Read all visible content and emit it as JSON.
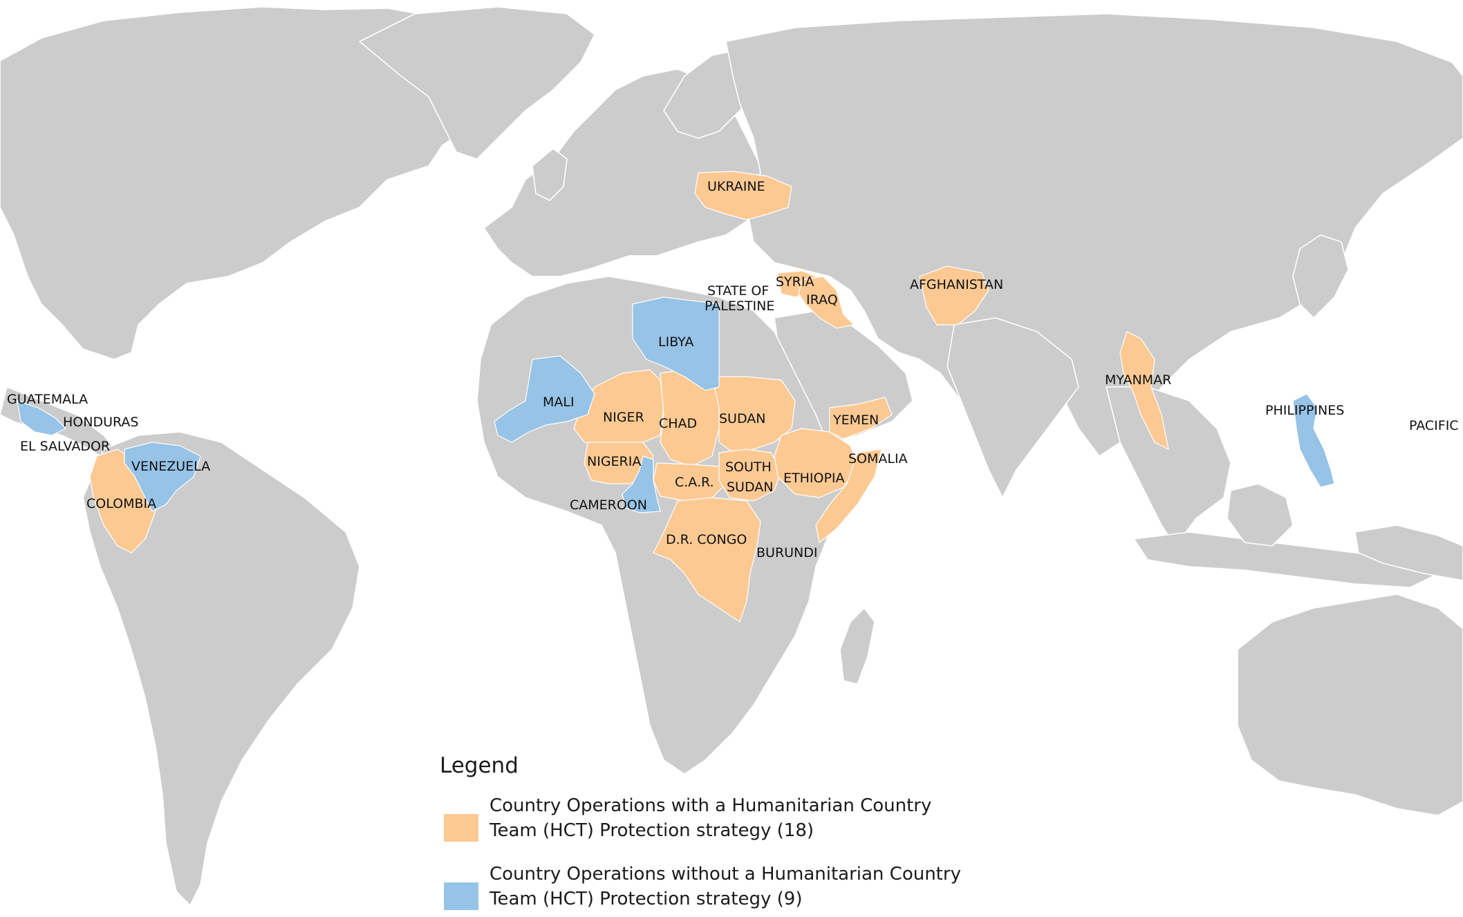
{
  "colors": {
    "land": "#cccccc",
    "ocean": "#ffffff",
    "with_hct": "#fcc993",
    "without_hct": "#96c3e6"
  },
  "countries": {
    "ukraine": "UKRAINE",
    "syria": "SYRIA",
    "iraq": "IRAQ",
    "state_of_palestine_1": "STATE OF",
    "state_of_palestine_2": "PALESTINE",
    "afghanistan": "AFGHANISTAN",
    "libya": "LIBYA",
    "mali": "MALI",
    "niger": "NIGER",
    "chad": "CHAD",
    "sudan": "SUDAN",
    "yemen": "YEMEN",
    "somalia": "SOMALIA",
    "nigeria": "NIGERIA",
    "south_sudan_1": "SOUTH",
    "south_sudan_2": "SUDAN",
    "car": "C.A.R.",
    "ethiopia": "ETHIOPIA",
    "cameroon": "CAMEROON",
    "drc": "D.R. CONGO",
    "burundi": "BURUNDI",
    "myanmar": "MYANMAR",
    "philippines": "PHILIPPINES",
    "pacific": "PACIFIC",
    "guatemala": "GUATEMALA",
    "honduras": "HONDURAS",
    "el_salvador": "EL SALVADOR",
    "venezuela": "VENEZUELA",
    "colombia": "COLOMBIA"
  },
  "legend": {
    "title": "Legend",
    "items": [
      {
        "label": "Country Operations with a Humanitarian Country Team (HCT) Protection strategy (18)",
        "color": "#fcc993"
      },
      {
        "label": "Country Operations without a Humanitarian Country Team (HCT) Protection strategy (9)",
        "color": "#96c3e6"
      }
    ]
  }
}
